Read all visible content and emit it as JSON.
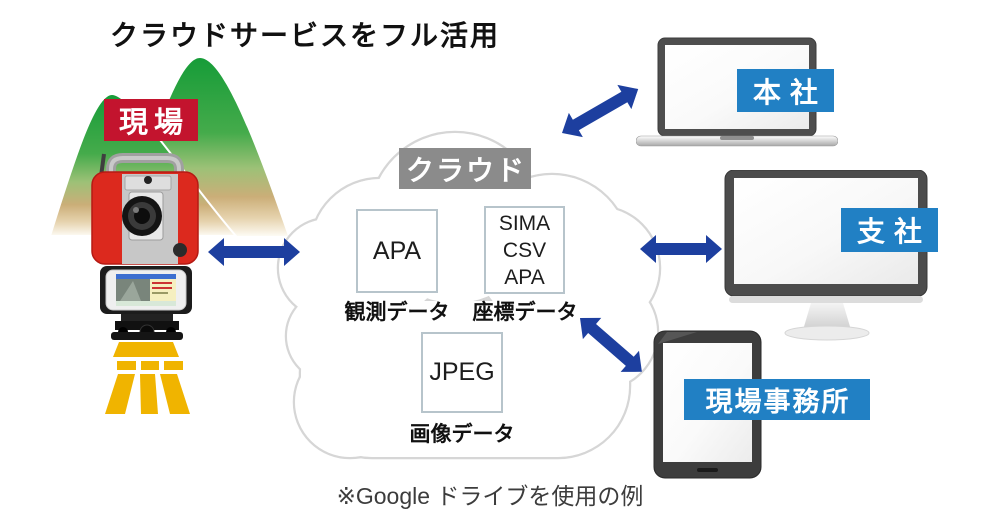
{
  "title": "クラウドサービスをフル活用",
  "field": {
    "label": "現場"
  },
  "cloud": {
    "label": "クラウド",
    "boxes": [
      {
        "lines": [
          "APA"
        ],
        "caption": "観測データ"
      },
      {
        "lines": [
          "SIMA",
          "CSV",
          "APA"
        ],
        "caption": "座標データ"
      },
      {
        "lines": [
          "JPEG"
        ],
        "caption": "画像データ"
      }
    ]
  },
  "devices": {
    "laptop": {
      "label": "本社",
      "icon": "laptop-icon"
    },
    "desktop": {
      "label": "支社",
      "icon": "desktop-monitor-icon"
    },
    "tablet": {
      "label": "現場事務所",
      "icon": "tablet-icon"
    },
    "field": {
      "icon": "total-station-icon"
    }
  },
  "footnote": "※Google ドライブを使用の例",
  "icons": {
    "cloud": "cloud-shape",
    "connection": "double-arrow-icon",
    "terrain": "mountain-icon"
  },
  "colors": {
    "arrow_blue": "#1d3f9f",
    "label_blue": "#2180c4",
    "label_red": "#c3142e",
    "label_gray": "#8b8b8b",
    "instrument_red": "#dc291e",
    "tripod_yellow": "#f0b400",
    "mountain_green": "#2aa344",
    "box_border": "#b7c4cb"
  }
}
